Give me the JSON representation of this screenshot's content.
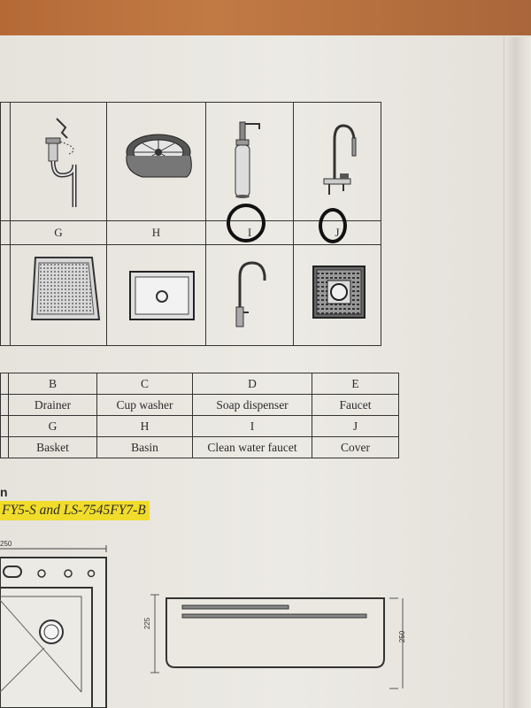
{
  "grid": {
    "row1_labels": [
      "G",
      "H",
      "I",
      "J"
    ],
    "circled_labels": [
      "I",
      "J"
    ]
  },
  "parts_table": {
    "row1_letters": [
      "B",
      "C",
      "D",
      "E"
    ],
    "row1_names": [
      "Drainer",
      "Cup washer",
      "Soap dispenser",
      "Faucet"
    ],
    "row2_letters": [
      "G",
      "H",
      "I",
      "J"
    ],
    "row2_names": [
      "Basket",
      "Basin",
      "Clean water faucet",
      "Cover"
    ]
  },
  "section": {
    "heading": "n",
    "models": "FY5-S and LS-7545FY7-B"
  },
  "drawing": {
    "top_dim": "250",
    "side_dim_left": "225",
    "side_dim_right": "250"
  },
  "icons": [
    "drainer-icon",
    "cup-washer-icon",
    "soap-dispenser-icon",
    "faucet-icon",
    "basket-icon",
    "basin-icon",
    "clean-water-faucet-icon",
    "cover-icon"
  ]
}
